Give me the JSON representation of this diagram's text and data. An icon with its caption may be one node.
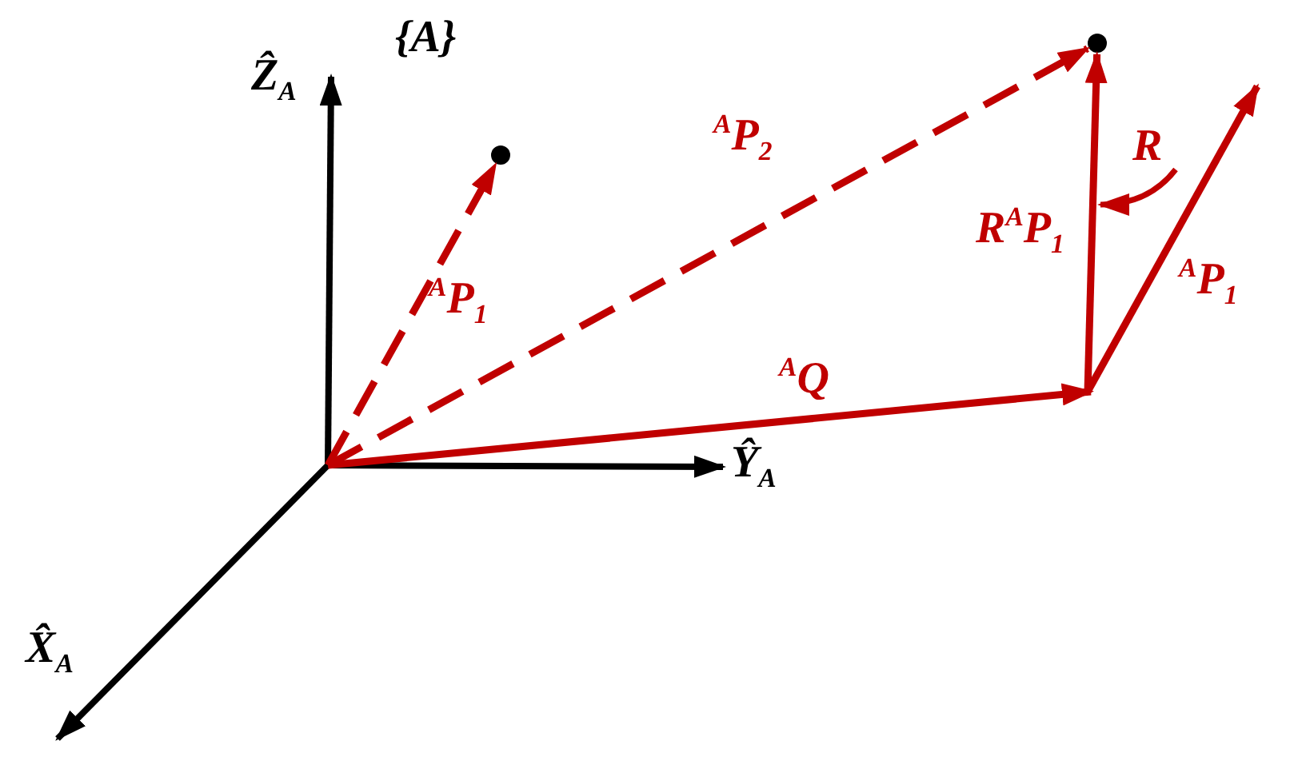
{
  "diagram": {
    "nodes": [
      {
        "text": [],
        "shape": "circle"
      },
      {
        "text": [],
        "shape": "circle"
      }
    ],
    "edges": [
      {
        "from": null,
        "to": 0,
        "arrow": "to",
        "style": "dashed",
        "label": "$^{A}$P$_{1}$"
      },
      {
        "from": null,
        "to": 1,
        "arrow": "to",
        "style": "dashed",
        "label": "$^{A}$P$_{2}$"
      },
      {
        "from": null,
        "to": 1,
        "arrow": "to",
        "label": "R$^{A}$P$_{1}$"
      }
    ],
    "labels": [
      "{A}",
      "Ẑ$_{A}$",
      "Ŷ$_{A}$",
      "X̂$_{A}$",
      "$^{A}$Q",
      "R",
      "$^{A}$P$_{1}$"
    ]
  }
}
